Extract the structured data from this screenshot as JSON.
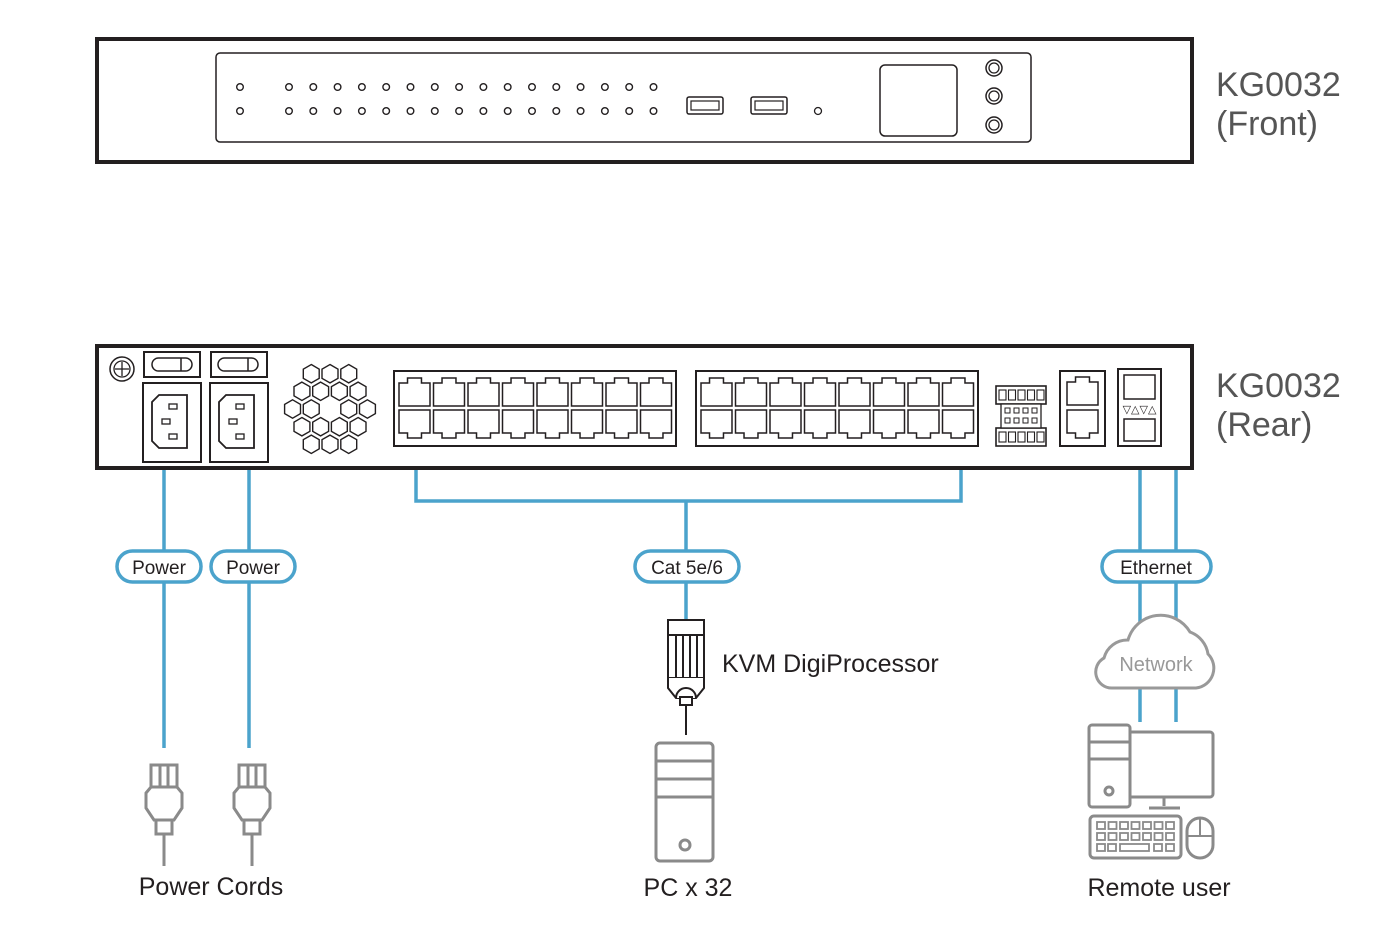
{
  "front": {
    "model": "KG0032",
    "view": "(Front)",
    "led_columns": 16,
    "led_rows": 2,
    "usb_ports": 2,
    "buttons": 3
  },
  "rear": {
    "model": "KG0032",
    "view": "(Rear)",
    "power_inlets": 2,
    "rj45_ports_total": 32,
    "port_banks": 2,
    "ports_per_bank": 16,
    "lan_ports": 2
  },
  "connections": {
    "power_1": "Power",
    "power_2": "Power",
    "cat": "Cat 5e/6",
    "ethernet": "Ethernet",
    "network": "Network"
  },
  "devices": {
    "power_cords": "Power Cords",
    "kvm_adapter": "KVM DigiProcessor",
    "pc": "PC x 32",
    "remote_user": "Remote user"
  },
  "colors": {
    "cable": "#4ba3cc",
    "outline": "#231f20",
    "device_gray": "#8a8a8a",
    "label_gray": "#555555"
  }
}
